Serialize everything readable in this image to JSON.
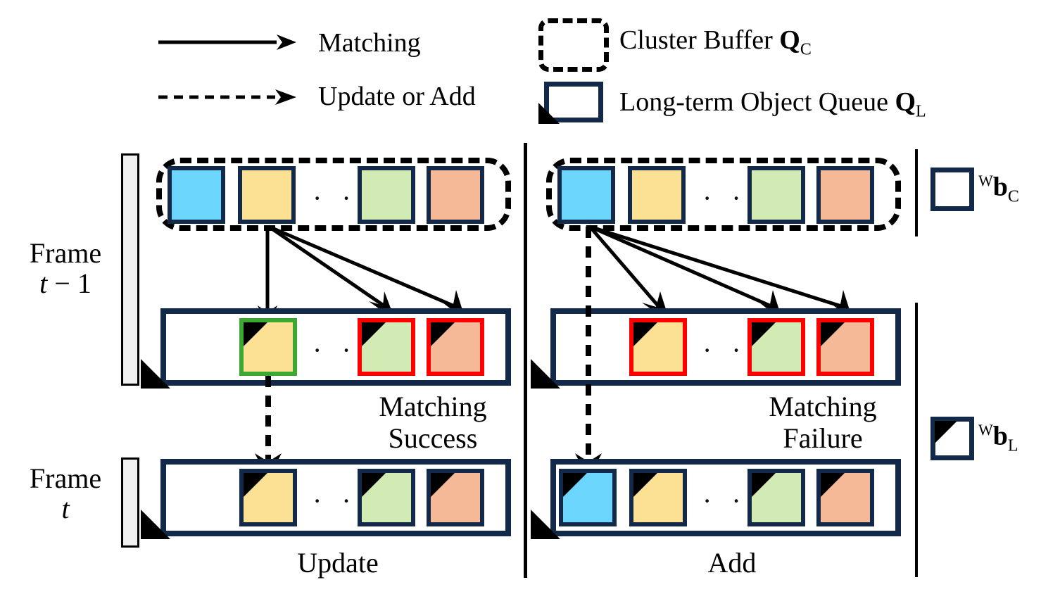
{
  "legend": {
    "matching_label": "Matching",
    "update_add_label": "Update or Add",
    "cluster_buffer_label": "Cluster Buffer",
    "cluster_buffer_symbol": "Q",
    "cluster_buffer_subscript": "C",
    "long_term_label": "Long-term Object Queue",
    "long_term_symbol": "Q",
    "long_term_subscript": "L",
    "matching_icon": "solid-arrow-icon",
    "update_icon": "dashed-arrow-icon",
    "cluster_icon": "dashed-rounded-box-icon",
    "queue_icon": "navy-box-with-corner-triangle-icon"
  },
  "frames": {
    "previous": {
      "line1": "Frame",
      "line2_prefix": "t",
      "line2_suffix": " − 1"
    },
    "current": {
      "line1": "Frame",
      "line2_prefix": "t",
      "line2_suffix": ""
    }
  },
  "colors": {
    "navy": "#12294A",
    "blue": "#6BD5FB",
    "yellow": "#FCE194",
    "green": "#D2EBB4",
    "salmon": "#F5B998",
    "red": "#FF0000",
    "matched_green": "#3CA832",
    "black": "#000000",
    "gray_bar": "#F0F0F0"
  },
  "left_panel": {
    "name": "matching-success-panel",
    "cluster_row": {
      "container": "cluster-buffer",
      "cells": [
        {
          "color": "blue",
          "border": "navy",
          "corner": false
        },
        {
          "color": "yellow",
          "border": "navy",
          "corner": false
        },
        {
          "color": "green",
          "border": "navy",
          "corner": false
        },
        {
          "color": "salmon",
          "border": "navy",
          "corner": false
        }
      ],
      "ellipsis": "· · ·"
    },
    "queue_row": {
      "container": "long-term-object-queue",
      "cells": [
        {
          "color": "yellow",
          "border": "matched_green",
          "corner": true
        },
        {
          "color": "green",
          "border": "red",
          "corner": true
        },
        {
          "color": "salmon",
          "border": "red",
          "corner": true
        }
      ],
      "ellipsis": "· · ·"
    },
    "result_row": {
      "container": "long-term-object-queue",
      "cells": [
        {
          "color": "yellow",
          "border": "navy",
          "corner": true
        },
        {
          "color": "green",
          "border": "navy",
          "corner": true
        },
        {
          "color": "salmon",
          "border": "navy",
          "corner": true
        }
      ],
      "ellipsis": "· · ·"
    },
    "status_line1": "Matching",
    "status_line2": "Success",
    "action_label": "Update"
  },
  "right_panel": {
    "name": "matching-failure-panel",
    "cluster_row": {
      "container": "cluster-buffer",
      "cells": [
        {
          "color": "blue",
          "border": "navy",
          "corner": false
        },
        {
          "color": "yellow",
          "border": "navy",
          "corner": false
        },
        {
          "color": "green",
          "border": "navy",
          "corner": false
        },
        {
          "color": "salmon",
          "border": "navy",
          "corner": false
        }
      ],
      "ellipsis": "· · ·"
    },
    "queue_row": {
      "container": "long-term-object-queue",
      "cells": [
        {
          "color": "yellow",
          "border": "red",
          "corner": true
        },
        {
          "color": "green",
          "border": "red",
          "corner": true
        },
        {
          "color": "salmon",
          "border": "red",
          "corner": true
        }
      ],
      "ellipsis": "· · ·"
    },
    "result_row": {
      "container": "long-term-object-queue",
      "cells": [
        {
          "color": "blue",
          "border": "navy",
          "corner": true
        },
        {
          "color": "yellow",
          "border": "navy",
          "corner": true
        },
        {
          "color": "green",
          "border": "navy",
          "corner": true
        },
        {
          "color": "salmon",
          "border": "navy",
          "corner": true
        }
      ],
      "ellipsis": "· · ·"
    },
    "status_line1": "Matching",
    "status_line2": "Failure",
    "action_label": "Add"
  },
  "side_symbols": {
    "cluster": {
      "sup": "W",
      "base": "b",
      "sub": "C",
      "icon": "navy-box-icon"
    },
    "queue": {
      "sup": "W",
      "base": "b",
      "sub": "L",
      "icon": "navy-box-with-corner-triangle-icon"
    }
  }
}
